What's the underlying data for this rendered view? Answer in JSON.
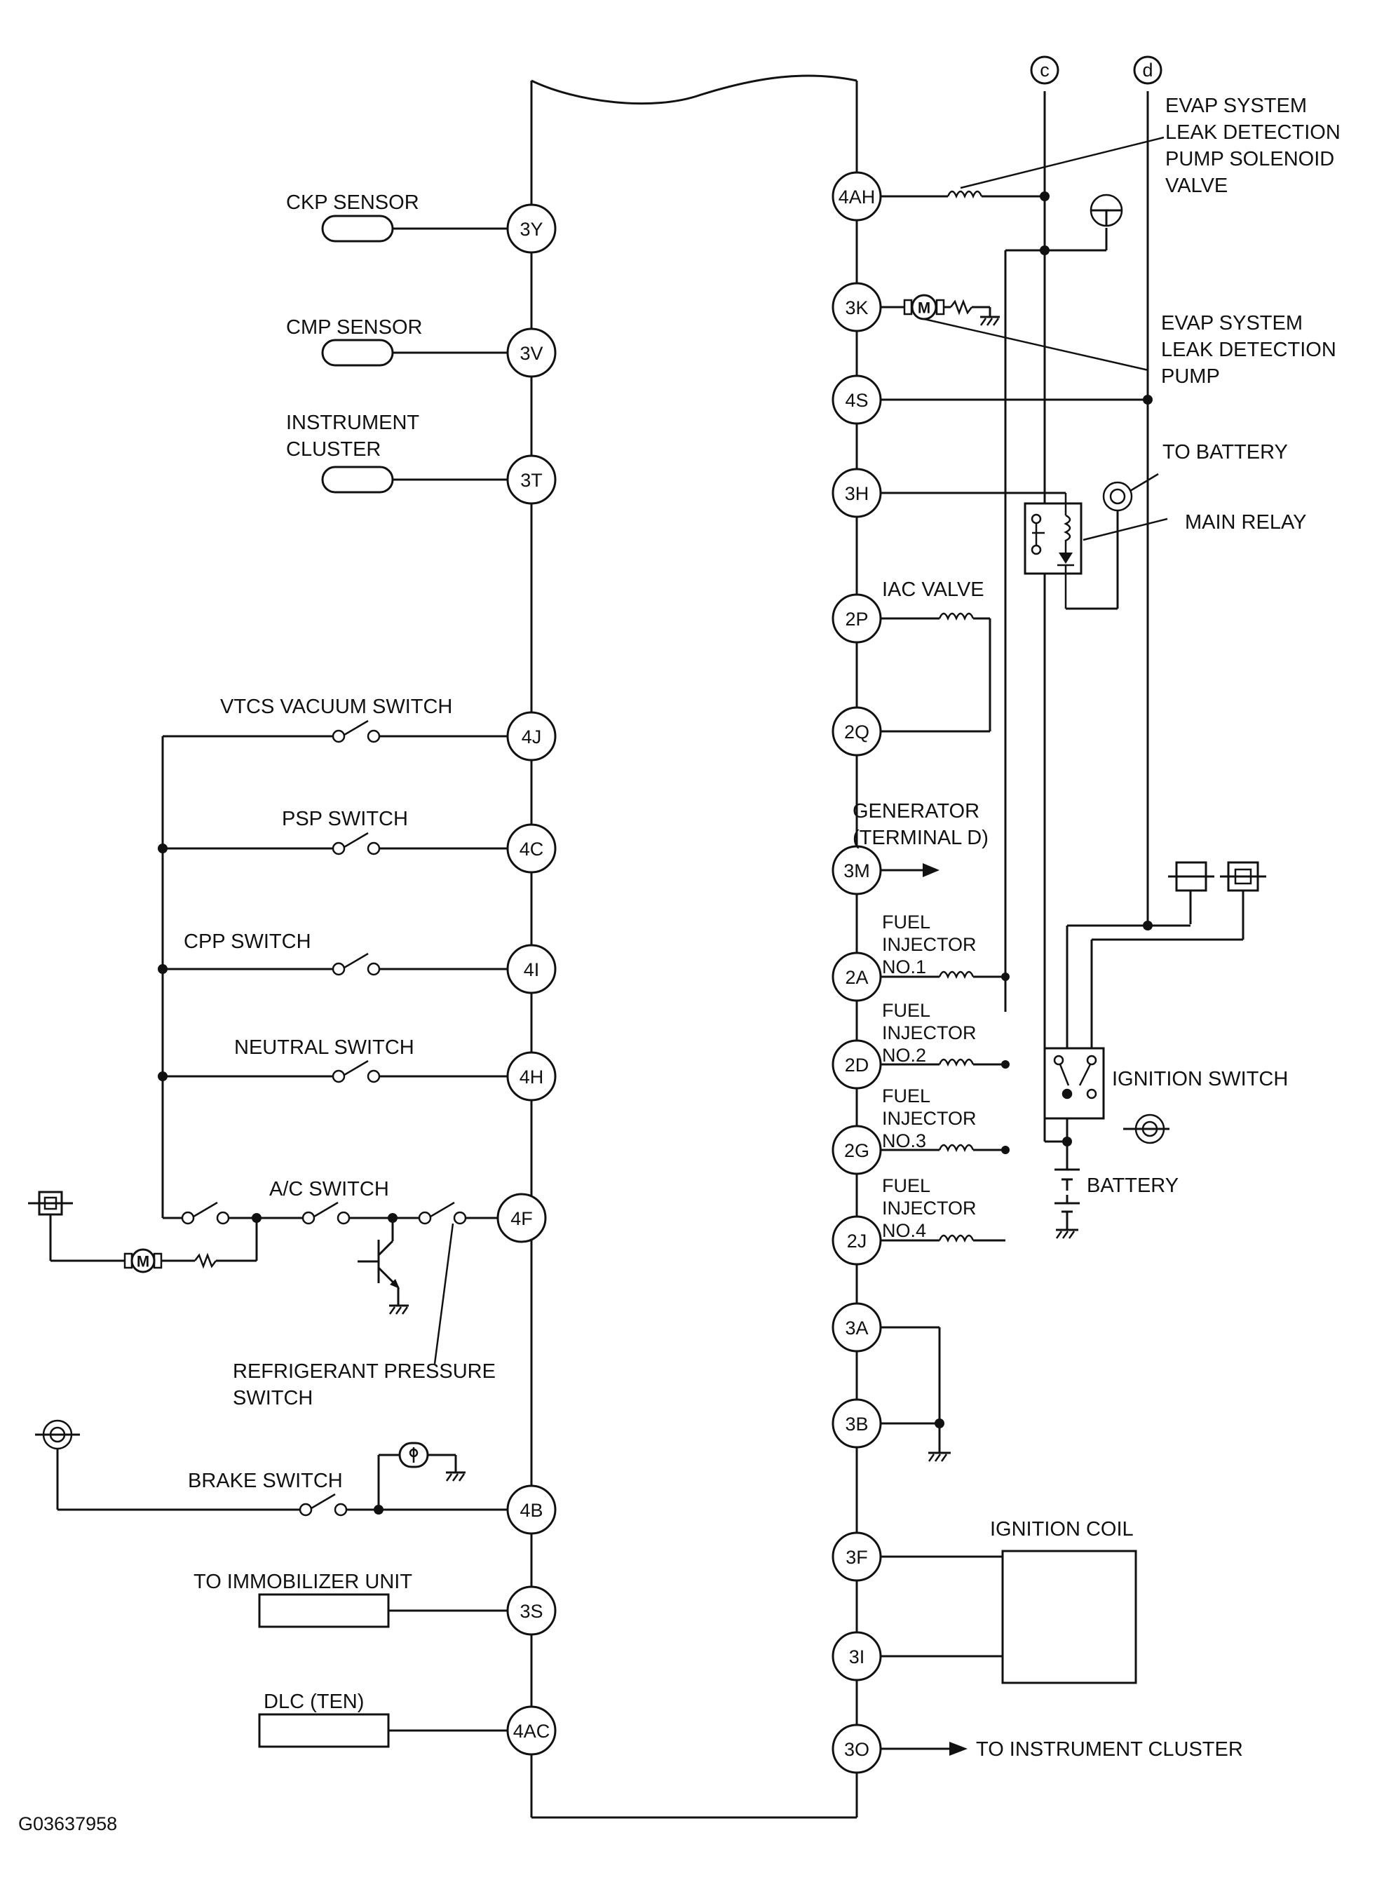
{
  "ecu_pins": {
    "left": [
      "3Y",
      "3V",
      "3T",
      "4J",
      "4C",
      "4I",
      "4H",
      "4F",
      "4B",
      "3S",
      "4AC"
    ],
    "right": [
      "4AH",
      "3K",
      "4S",
      "3H",
      "2P",
      "2Q",
      "3M",
      "2A",
      "2D",
      "2G",
      "2J",
      "3A",
      "3B",
      "3F",
      "3I",
      "3O"
    ]
  },
  "connectors": {
    "c": "c",
    "d": "d"
  },
  "labels": {
    "ckp_sensor": "CKP SENSOR",
    "cmp_sensor": "CMP SENSOR",
    "instrument_cluster": [
      "INSTRUMENT",
      "CLUSTER"
    ],
    "vtcs_vacuum_switch": "VTCS VACUUM SWITCH",
    "psp_switch": "PSP SWITCH",
    "cpp_switch": "CPP SWITCH",
    "neutral_switch": "NEUTRAL SWITCH",
    "ac_switch": "A/C SWITCH",
    "refrigerant_pressure_switch": [
      "REFRIGERANT PRESSURE",
      "SWITCH"
    ],
    "brake_switch": "BRAKE SWITCH",
    "to_immobilizer_unit": "TO IMMOBILIZER UNIT",
    "dlc_ten": "DLC (TEN)",
    "evap_solenoid": [
      "EVAP SYSTEM",
      "LEAK DETECTION",
      "PUMP SOLENOID",
      "VALVE"
    ],
    "evap_pump": [
      "EVAP SYSTEM",
      "LEAK DETECTION",
      "PUMP"
    ],
    "to_battery": "TO BATTERY",
    "main_relay": "MAIN RELAY",
    "iac_valve": "IAC VALVE",
    "generator": [
      "GENERATOR",
      "(TERMINAL D)"
    ],
    "fuel_injector_1": [
      "FUEL",
      "INJECTOR",
      "NO.1"
    ],
    "fuel_injector_2": [
      "FUEL",
      "INJECTOR",
      "NO.2"
    ],
    "fuel_injector_3": [
      "FUEL",
      "INJECTOR",
      "NO.3"
    ],
    "fuel_injector_4": [
      "FUEL",
      "INJECTOR",
      "NO.4"
    ],
    "ignition_switch": "IGNITION SWITCH",
    "battery": "BATTERY",
    "ignition_coil": "IGNITION COIL",
    "to_instrument_cluster": "TO INSTRUMENT CLUSTER"
  },
  "figure_id": "G03637958",
  "colors": {
    "line": "#111111",
    "background": "#ffffff"
  }
}
